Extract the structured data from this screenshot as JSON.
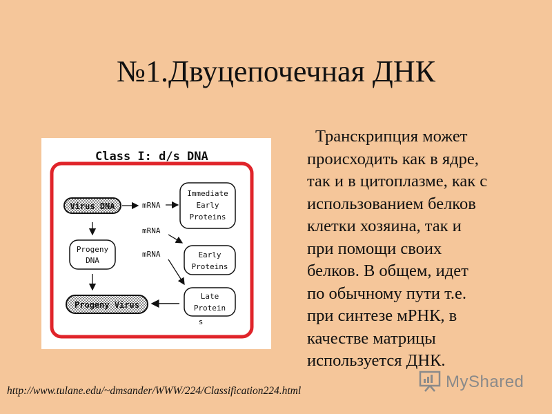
{
  "slide": {
    "title": "№1.Двуцепочечная ДНК",
    "paragraph_lines": [
      "Транскрипция может",
      "происходить как в ядре,",
      "так и в цитоплазме, как с",
      "использованием белков",
      "клетки хозяина, так и",
      "при помощи своих",
      "белков. В общем, идет",
      "по обычному пути т.е.",
      "при синтезе мРНК, в",
      "качестве матрицы",
      "используется ДНК."
    ],
    "source_url": "http://www.tulane.edu/~dmsander/WWW/224/Classification224.html"
  },
  "diagram": {
    "title": "Class I: d/s DNA",
    "nodes": {
      "virus_dna": "Virus DNA",
      "progeny_dna_line1": "Progeny",
      "progeny_dna_line2": "DNA",
      "progeny_virus": "Progeny Virus",
      "immediate_early_line1": "Immediate",
      "immediate_early_line2": "Early",
      "immediate_early_line3": "Proteins",
      "early_line1": "Early",
      "early_line2": "Proteins",
      "late_line1": "Late",
      "late_line2": "Protein",
      "late_line3": "s"
    },
    "labels": {
      "mrna_1": "mRNA",
      "mrna_2": "mRNA",
      "mrna_3": "mRNA"
    },
    "colors": {
      "frame": "#e0242a",
      "stroke": "#111111"
    }
  },
  "logo": {
    "text": "MyShared",
    "icon": "presentation-board-icon",
    "color": "#8a8a8a"
  }
}
